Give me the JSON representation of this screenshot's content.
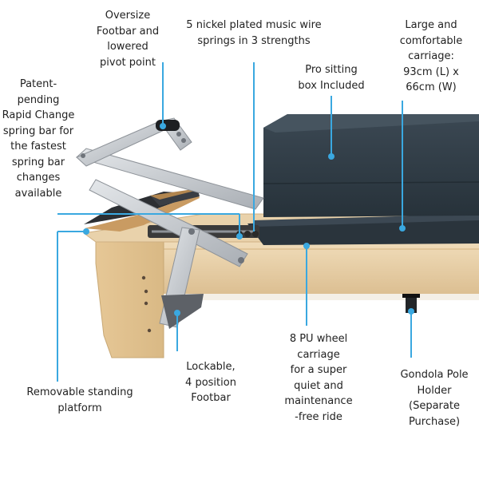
{
  "callouts": {
    "footbar": "Oversize\nFootbar and\nlowered\npivot point",
    "springs": "5 nickel plated music wire\nsprings in 3 strengths",
    "carriage_size": "Large and\ncomfortable\ncarriage:\n93cm (L) x\n66cm (W)",
    "sitting_box": "Pro sitting\nbox Included",
    "spring_bar": "Patent-\npending\nRapid Change\nspring bar for\nthe fastest\nspring bar\nchanges\navailable",
    "standing_platform": "Removable standing\nplatform",
    "lockable_footbar": "Lockable,\n4 position\nFootbar",
    "wheels": "8 PU wheel\ncarriage\nfor a super\nquiet and\nmaintenance\n-free ride",
    "gondola": "Gondola Pole\nHolder\n(Separate\nPurchase)"
  },
  "colors": {
    "leader_line": "#3aa8e0",
    "wood": "#e8cfa6",
    "upholstery": "#2f3b44",
    "metal": "#c9ccd0"
  }
}
